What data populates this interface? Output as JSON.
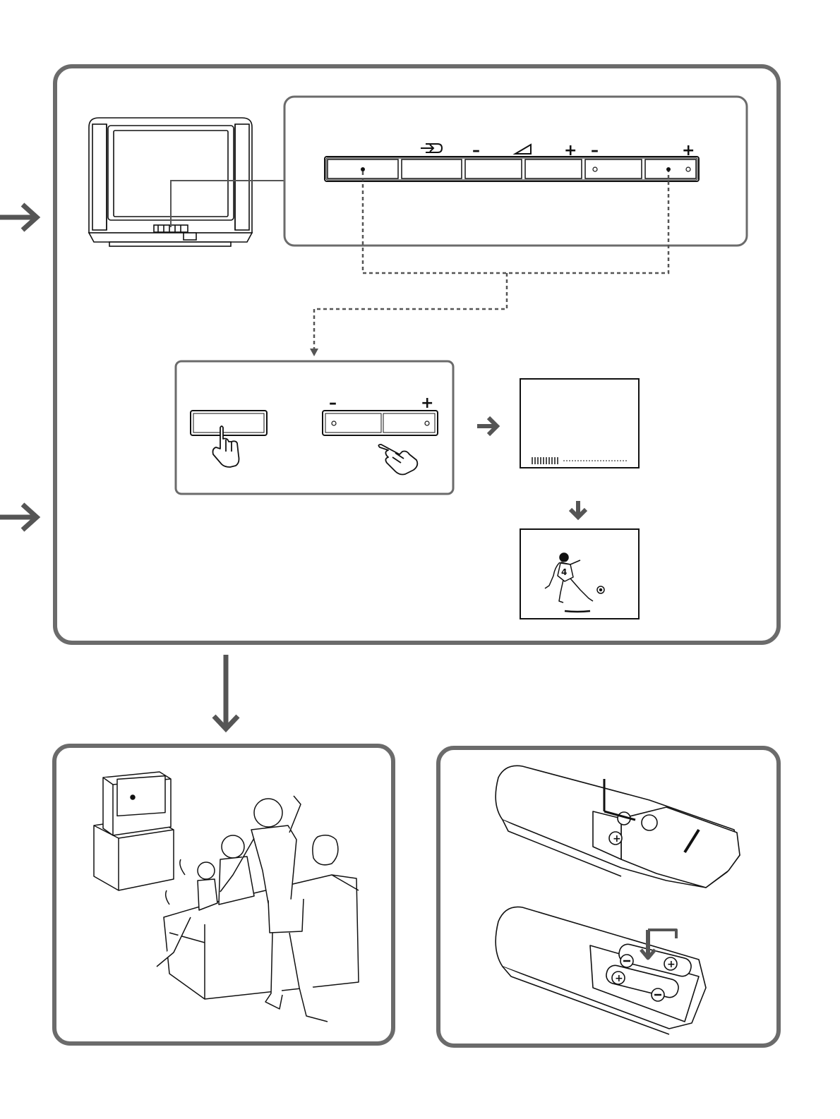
{
  "diagram": {
    "title": "TV setup instructions (illustrated, no text)",
    "colors": {
      "frame": "#6b6b6b",
      "line": "#111111",
      "background": "#ffffff",
      "dashed": "#555555"
    },
    "control_panel": {
      "buttons": [
        {
          "id": "power",
          "symbol": "",
          "indicator": "dot"
        },
        {
          "id": "input-select",
          "symbol": "⇥",
          "indicator": "none"
        },
        {
          "id": "volume-minus",
          "symbol": "–",
          "indicator": "none"
        },
        {
          "id": "volume-plus",
          "symbol": "+",
          "indicator": "none"
        },
        {
          "id": "program-minus",
          "symbol": "–",
          "indicator": "circle"
        },
        {
          "id": "program-plus",
          "symbol": "+",
          "indicator": "dot-circle"
        }
      ],
      "volume_symbol": "◿"
    },
    "step_panel": {
      "minus_label": "–",
      "plus_label": "+"
    },
    "screens": {
      "tuning_bar_filled_ticks": 10,
      "tuning_bar_total_description": "tuning progress bar followed by dashed remainder",
      "result_picture": "soccer player kicking ball"
    },
    "bottom_panels": [
      {
        "id": "watching-tv",
        "description": "family cheering in front of TV"
      },
      {
        "id": "remote-batteries",
        "description": "inserting batteries into remote control"
      }
    ]
  }
}
